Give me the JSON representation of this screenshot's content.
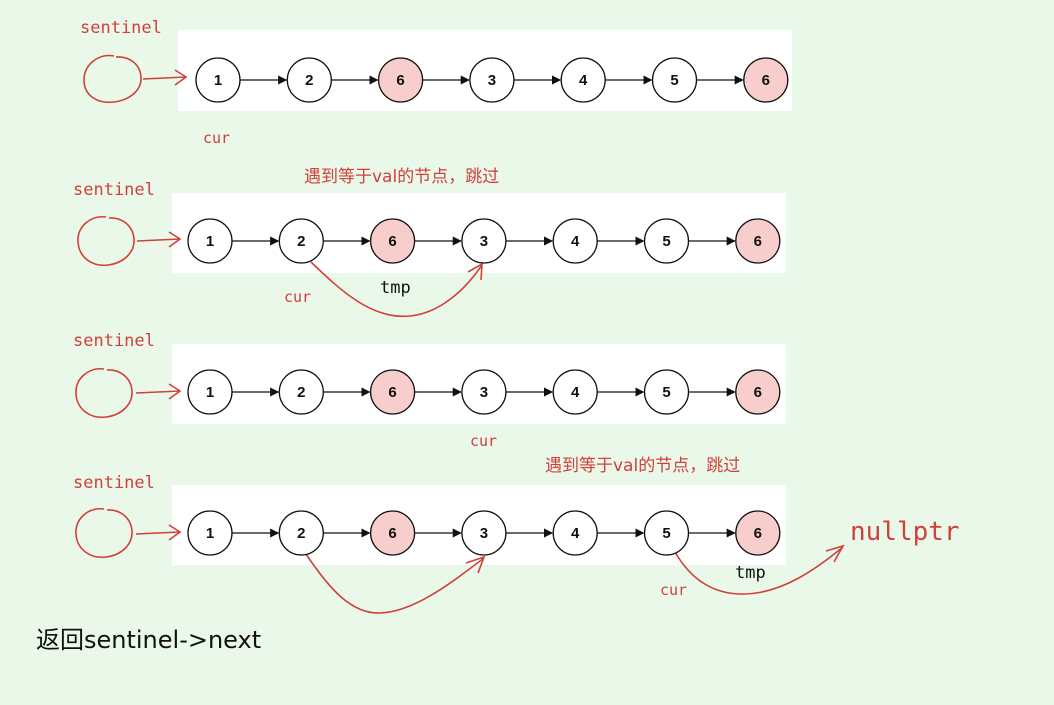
{
  "rows": [
    {
      "sentinel": "sentinel",
      "nodes": [
        "1",
        "2",
        "6",
        "3",
        "4",
        "5",
        "6"
      ],
      "highlight": [
        false,
        false,
        true,
        false,
        false,
        false,
        true
      ],
      "cur": "cur",
      "note": "",
      "tmp": ""
    },
    {
      "sentinel": "sentinel",
      "nodes": [
        "1",
        "2",
        "6",
        "3",
        "4",
        "5",
        "6"
      ],
      "highlight": [
        false,
        false,
        true,
        false,
        false,
        false,
        true
      ],
      "cur": "cur",
      "note": "遇到等于val的节点，跳过",
      "tmp": "tmp"
    },
    {
      "sentinel": "sentinel",
      "nodes": [
        "1",
        "2",
        "6",
        "3",
        "4",
        "5",
        "6"
      ],
      "highlight": [
        false,
        false,
        true,
        false,
        false,
        false,
        true
      ],
      "cur": "cur",
      "note": "",
      "tmp": ""
    },
    {
      "sentinel": "sentinel",
      "nodes": [
        "1",
        "2",
        "6",
        "3",
        "4",
        "5",
        "6"
      ],
      "highlight": [
        false,
        false,
        true,
        false,
        false,
        false,
        true
      ],
      "cur": "cur",
      "note": "遇到等于val的节点，跳过",
      "tmp": "tmp"
    }
  ],
  "nullptr_label": "nullptr",
  "footer": "返回sentinel->next",
  "colors": {
    "background": "#eaf8ea",
    "panel": "#ffffff",
    "node_fill": "#ffffff",
    "node_highlight": "#f8cecc",
    "node_stroke": "#111111",
    "annotation": "#d0413a",
    "text": "#111111"
  }
}
